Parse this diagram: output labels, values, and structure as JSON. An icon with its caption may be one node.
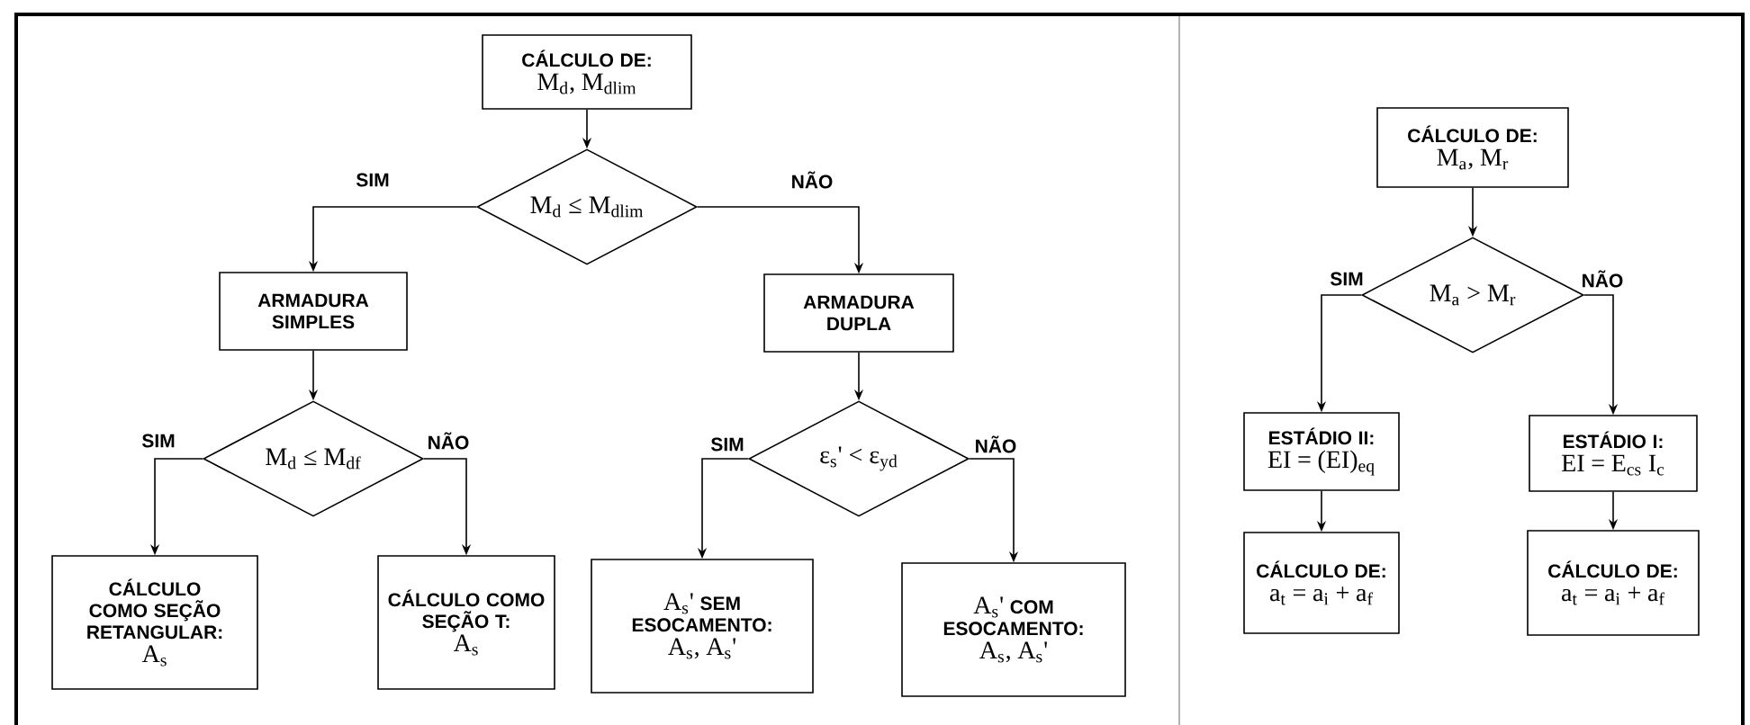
{
  "diagram": {
    "nodes": [
      {
        "text": [
          "CÁLCULO DE:",
          "M$_{d}$, M$_{dlim}$"
        ]
      },
      {
        "text": [
          "M$_{d}$ ≤ M$_{dlim}$"
        ]
      },
      {
        "text": [
          "ARMADURA SIMPLES"
        ]
      },
      {
        "text": [
          "ARMADURA DUPLA"
        ]
      },
      {
        "text": [
          "M$_{d}$ ≤ M$_{df}$"
        ]
      },
      {
        "text": [
          "ε$_{s}$' < ε$_{yd}$"
        ]
      },
      {
        "text": [
          "CÁLCULO COMO SEÇÃO RETANGULAR:",
          "A$_{s}$"
        ]
      },
      {
        "text": [
          "CÁLCULO COMO SEÇÃO T:",
          "A$_{s}$"
        ]
      },
      {
        "text": [
          "A$_{s}$'",
          "SEM ESOCAMENTO:",
          "A$_{s}$, A$_{s}$'"
        ]
      },
      {
        "text": [
          "A$_{s}$'",
          "COM ESOCAMENTO:",
          "A$_{s}$, A$_{s}$'"
        ]
      },
      {
        "text": [
          "CÁLCULO DE:",
          "M$_{a}$, M$_{r}$"
        ]
      },
      {
        "text": [
          "M$_{a}$ > M$_{r}$"
        ]
      },
      {
        "text": [
          "ESTÁDIO II:",
          "EI = (EI)$_{eq}$"
        ]
      },
      {
        "text": [
          "ESTÁDIO I:",
          "EI = E$_{cs}$ I$_{c}$"
        ]
      },
      {
        "text": [
          "CÁLCULO DE:",
          "a$_{t}$ = a$_{i}$ + a$_{f}$"
        ]
      },
      {
        "text": [
          "CÁLCULO DE:",
          "a$_{t}$ = a$_{i}$ + a$_{f}$"
        ]
      }
    ],
    "edges": [
      {
        "from": 0,
        "to": 1,
        "arrow": "to"
      },
      {
        "from": 1,
        "to": 2,
        "arrow": "to",
        "label": "SIM"
      },
      {
        "from": 1,
        "to": 3,
        "arrow": "to",
        "label": "NÃO"
      },
      {
        "from": 2,
        "to": 4,
        "arrow": "to"
      },
      {
        "from": 3,
        "to": 5,
        "arrow": "to"
      },
      {
        "from": 4,
        "to": 6,
        "arrow": "to",
        "label": "SIM"
      },
      {
        "from": 4,
        "to": 7,
        "arrow": "to",
        "label": "NÃO"
      },
      {
        "from": 5,
        "to": 8,
        "arrow": "to",
        "label": "SIM"
      },
      {
        "from": 5,
        "to": 9,
        "arrow": "to",
        "label": "NÃO"
      },
      {
        "from": 10,
        "to": 11,
        "arrow": "to"
      },
      {
        "from": 11,
        "to": 12,
        "arrow": "to",
        "label": "SIM"
      },
      {
        "from": 11,
        "to": 13,
        "arrow": "to",
        "label": "NÃO"
      },
      {
        "from": 12,
        "to": 14,
        "arrow": "to"
      },
      {
        "from": 13,
        "to": 15,
        "arrow": "to"
      }
    ]
  }
}
